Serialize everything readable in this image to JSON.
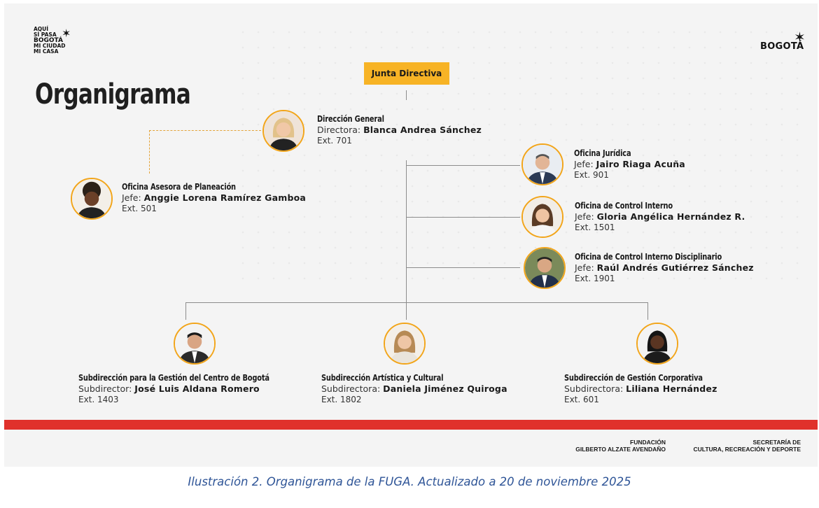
{
  "logos": {
    "left_lines": [
      "AQUÍ",
      "SÍ PASA",
      "BOGOTÁ",
      "MI CIUDAD",
      "MI CASA"
    ],
    "right": "BOGOTÁ"
  },
  "title": "Organigrama",
  "junta": "Junta Directiva",
  "nodes": {
    "direccion": {
      "unit": "Dirección General",
      "role": "Directora:",
      "name": "Blanca Andrea Sánchez",
      "ext": "Ext. 701"
    },
    "planeacion": {
      "unit": "Oficina Asesora de Planeación",
      "role": "Jefe:",
      "name": "Anggie Lorena Ramírez Gamboa",
      "ext": "Ext. 501"
    },
    "juridica": {
      "unit": "Oficina Jurídica",
      "role": "Jefe:",
      "name": "Jairo Riaga Acuña",
      "ext": "Ext. 901"
    },
    "control": {
      "unit": "Oficina de Control Interno",
      "role": "Jefe:",
      "name": "Gloria Angélica Hernández R.",
      "ext": "Ext. 1501"
    },
    "disciplinario": {
      "unit": "Oficina de Control Interno Disciplinario",
      "role": "Jefe:",
      "name": "Raúl Andrés Gutiérrez Sánchez",
      "ext": "Ext. 1901"
    },
    "centro": {
      "unit": "Subdirección para la Gestión del Centro de Bogotá",
      "role": "Subdirector:",
      "name": "José Luis Aldana Romero",
      "ext": "Ext. 1403"
    },
    "artistica": {
      "unit": "Subdirección Artística y Cultural",
      "role": "Subdirectora:",
      "name": "Daniela Jiménez Quiroga",
      "ext": "Ext. 1802"
    },
    "corporativa": {
      "unit": "Subdirección de Gestión Corporativa",
      "role": "Subdirectora:",
      "name": "Liliana Hernández",
      "ext": "Ext. 601"
    }
  },
  "footer": {
    "fundacion_line1": "FUNDACIÓN",
    "fundacion_line2": "GILBERTO ALZATE AVENDAÑO",
    "secretaria_line1": "SECRETARÍA DE",
    "secretaria_line2": "CULTURA, RECREACIÓN Y DEPORTE"
  },
  "caption": "Ilustración 2. Organigrama de la FUGA. Actualizado a 20 de noviembre 2025",
  "colors": {
    "accent": "#f7b325",
    "avatar_ring": "#f2a51a",
    "bar": "#e0312b",
    "caption": "#2f5597"
  }
}
